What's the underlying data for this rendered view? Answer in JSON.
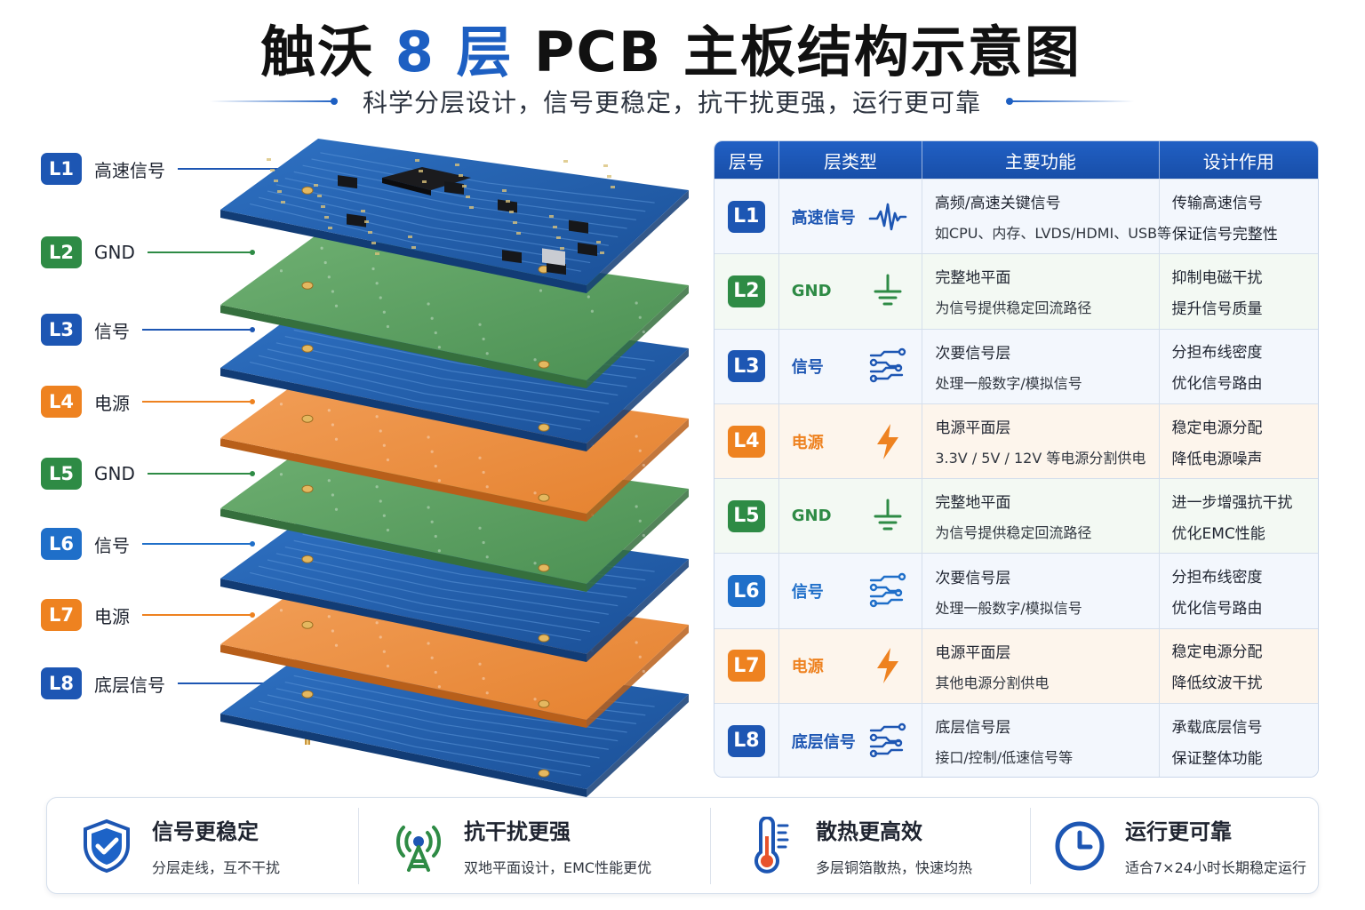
{
  "title": {
    "prefix": "触沃 ",
    "accent": "8 层",
    "suffix": " PCB 主板结构示意图"
  },
  "subtitle": "科学分层设计，信号更稳定，抗干扰更强，运行更可靠",
  "colors": {
    "blue": "#1d56b3",
    "green": "#2e8b45",
    "orange": "#ee8220",
    "lightblue": "#1f6fc9"
  },
  "layers": [
    {
      "id": "L1",
      "side_label": "高速信号",
      "type": "高速信号",
      "color": "blue",
      "icon": "waveform-icon",
      "func_main": "高频/高速关键信号",
      "func_sub": "如CPU、内存、LVDS/HDMI、USB等",
      "design1": "传输高速信号",
      "design2": "保证信号完整性"
    },
    {
      "id": "L2",
      "side_label": "GND",
      "type": "GND",
      "color": "green",
      "icon": "ground-icon",
      "func_main": "完整地平面",
      "func_sub": "为信号提供稳定回流路径",
      "design1": "抑制电磁干扰",
      "design2": "提升信号质量"
    },
    {
      "id": "L3",
      "side_label": "信号",
      "type": "信号",
      "color": "blue",
      "icon": "signal-lines-icon",
      "func_main": "次要信号层",
      "func_sub": "处理一般数字/模拟信号",
      "design1": "分担布线密度",
      "design2": "优化信号路由"
    },
    {
      "id": "L4",
      "side_label": "电源",
      "type": "电源",
      "color": "orange",
      "icon": "lightning-icon",
      "func_main": "电源平面层",
      "func_sub": "3.3V / 5V / 12V 等电源分割供电",
      "design1": "稳定电源分配",
      "design2": "降低电源噪声"
    },
    {
      "id": "L5",
      "side_label": "GND",
      "type": "GND",
      "color": "green",
      "icon": "ground-icon",
      "func_main": "完整地平面",
      "func_sub": "为信号提供稳定回流路径",
      "design1": "进一步增强抗干扰",
      "design2": "优化EMC性能"
    },
    {
      "id": "L6",
      "side_label": "信号",
      "type": "信号",
      "color": "lightblue",
      "icon": "signal-lines-icon",
      "func_main": "次要信号层",
      "func_sub": "处理一般数字/模拟信号",
      "design1": "分担布线密度",
      "design2": "优化信号路由"
    },
    {
      "id": "L7",
      "side_label": "电源",
      "type": "电源",
      "color": "orange",
      "icon": "lightning-icon",
      "func_main": "电源平面层",
      "func_sub": "其他电源分割供电",
      "design1": "稳定电源分配",
      "design2": "降低纹波干扰"
    },
    {
      "id": "L8",
      "side_label": "底层信号",
      "type": "底层信号",
      "color": "blue",
      "icon": "signal-lines-icon",
      "func_main": "底层信号层",
      "func_sub": "接口/控制/低速信号等",
      "design1": "承载底层信号",
      "design2": "保证整体功能"
    }
  ],
  "table": {
    "headers": [
      "层号",
      "层类型",
      "主要功能",
      "设计作用"
    ]
  },
  "features": [
    {
      "title": "信号更稳定",
      "desc": "分层走线，互不干扰",
      "icon": "shield-check-icon"
    },
    {
      "title": "抗干扰更强",
      "desc": "双地平面设计，EMC性能更优",
      "icon": "antenna-icon"
    },
    {
      "title": "散热更高效",
      "desc": "多层铜箔散热，快速均热",
      "icon": "thermometer-icon"
    },
    {
      "title": "运行更可靠",
      "desc": "适合7×24小时长期稳定运行",
      "icon": "clock-icon"
    }
  ]
}
